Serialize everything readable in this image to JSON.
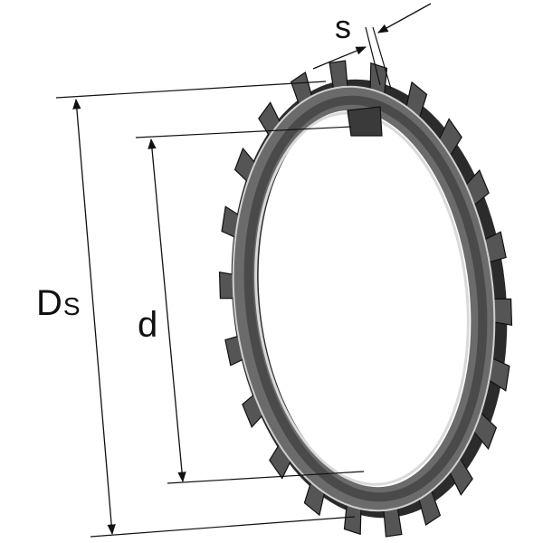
{
  "labels": {
    "outer_diameter_main": "D",
    "outer_diameter_sub": "S",
    "inner_diameter": "d",
    "thickness": "s"
  },
  "colors": {
    "line": "#111111",
    "ring_dark": "#3a3a3a",
    "ring_face": "#6b6b6b",
    "ring_highlight": "#d9d9d9",
    "background": "#ffffff"
  }
}
